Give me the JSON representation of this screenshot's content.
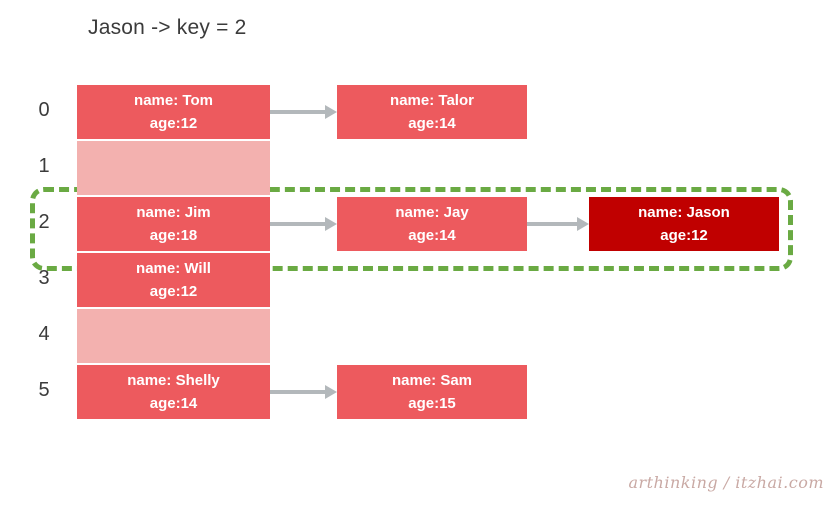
{
  "title": "Jason -> key = 2",
  "watermark": "arthinking / itzhai.com",
  "colors": {
    "filled_bucket": "#ED5A5E",
    "empty_bucket": "#F3B1AF",
    "target_node": "#C00000",
    "highlight_border": "#6AAA43",
    "arrow": "#B3B8BB",
    "text_dark": "#3B3B3B",
    "node_text": "#FFFFFF",
    "background": "#FFFFFF",
    "watermark_text": "#C9A9A4"
  },
  "highlighted_bucket_index": "2",
  "chart_data": {
    "type": "diagram",
    "title": "Jason -> key = 2",
    "description": "Hash table buckets 0-5 with singly linked chains of name/age nodes; bucket 2 chain is highlighted and the newly inserted Jason node is emphasized.",
    "buckets": [
      {
        "index": "0",
        "empty": false,
        "highlighted": false,
        "nodes": [
          {
            "name_line": "name: Tom",
            "age_line": "age:12",
            "name": "Tom",
            "age": "12",
            "target": false
          },
          {
            "name_line": "name: Talor",
            "age_line": "age:14",
            "name": "Talor",
            "age": "14",
            "target": false
          }
        ]
      },
      {
        "index": "1",
        "empty": true,
        "highlighted": false,
        "nodes": []
      },
      {
        "index": "2",
        "empty": false,
        "highlighted": true,
        "nodes": [
          {
            "name_line": "name: Jim",
            "age_line": "age:18",
            "name": "Jim",
            "age": "18",
            "target": false
          },
          {
            "name_line": "name: Jay",
            "age_line": "age:14",
            "name": "Jay",
            "age": "14",
            "target": false
          },
          {
            "name_line": "name: Jason",
            "age_line": "age:12",
            "name": "Jason",
            "age": "12",
            "target": true
          }
        ]
      },
      {
        "index": "3",
        "empty": false,
        "highlighted": false,
        "nodes": [
          {
            "name_line": "name: Will",
            "age_line": "age:12",
            "name": "Will",
            "age": "12",
            "target": false
          }
        ]
      },
      {
        "index": "4",
        "empty": true,
        "highlighted": false,
        "nodes": []
      },
      {
        "index": "5",
        "empty": false,
        "highlighted": false,
        "nodes": [
          {
            "name_line": "name: Shelly",
            "age_line": "age:14",
            "name": "Shelly",
            "age": "14",
            "target": false
          },
          {
            "name_line": "name: Sam",
            "age_line": "age:15",
            "name": "Sam",
            "age": "15",
            "target": false
          }
        ]
      }
    ]
  }
}
